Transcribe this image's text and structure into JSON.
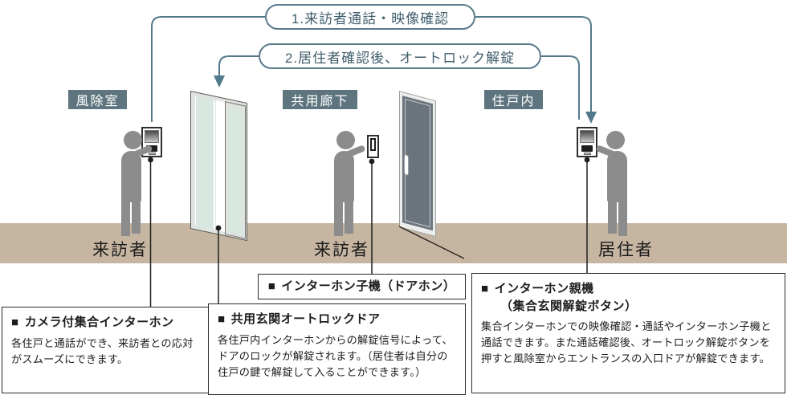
{
  "flow_steps": [
    {
      "label": "1.来訪者通話・映像確認"
    },
    {
      "label": "2.居住者確認後、オートロック解錠"
    }
  ],
  "zone_labels": [
    {
      "label": "風除室"
    },
    {
      "label": "共用廊下"
    },
    {
      "label": "住戸内"
    }
  ],
  "actor_labels": [
    {
      "label": "来訪者"
    },
    {
      "label": "来訪者"
    },
    {
      "label": "居住者"
    }
  ],
  "bullet": "■",
  "callouts": {
    "camera_intercom": {
      "title": "カメラ付集合インターホン",
      "body": "各住戸と通話ができ、来訪者との応対がスムーズにできます。"
    },
    "autolock_door": {
      "title": "共用玄関オートロックドア",
      "body": "各住戸内インターホンからの解錠信号によって、ドアのロックが解錠されます。（居住者は自分の住戸の鍵で解錠して入ることができます。）"
    },
    "doorphone": {
      "title": "インターホン子機（ドアホン）"
    },
    "master_intercom": {
      "title": "インターホン親機",
      "subtitle": "（集合玄関解錠ボタン）",
      "body": "集合インターホンでの映像確認・通話やインターホン子機と通話できます。また通話確認後、オートロック解錠ボタンを押すと風除室からエントランスの入口ドアが解錠できます。"
    }
  },
  "colors": {
    "flow_line": "#53798c",
    "flow_text": "#3f5d6b",
    "zone_label_bg": "#5e747e",
    "ground": "#c6b5a1",
    "person": "#8c8c8c",
    "callout_line": "#1f1f1f",
    "ground_edge_line": "#2e2620",
    "glass": "#d9e7e1",
    "door_slab": "#6b737c"
  }
}
